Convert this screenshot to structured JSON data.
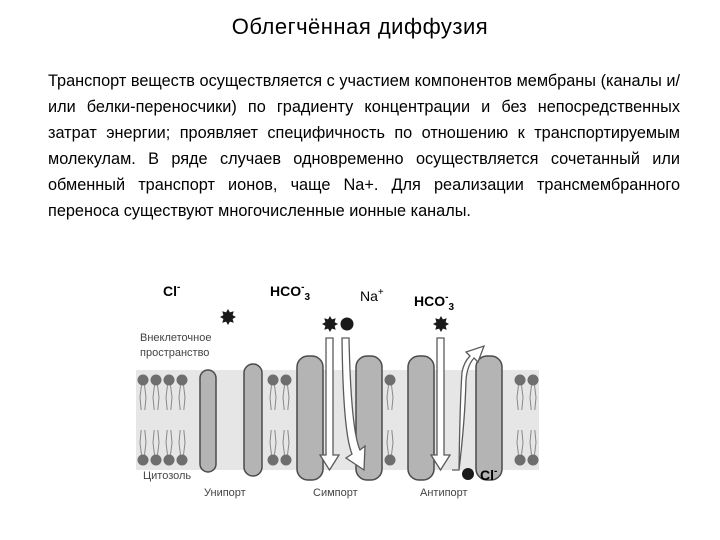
{
  "slide": {
    "title": "Облегчённая диффузия",
    "text": "Транспорт веществ осуществляется с участием компонентов мембраны (каналы и/или белки-переносчики) по градиенту концентрации и без непосредственных затрат энергии; проявляет специфичность по отношению к транспортируемым молекулам. В ряде случаев одновременно осуществляется сочетанный или обменный транспорт ионов, чаще Na+. Для реализации трансмембранного переноса существуют многочисленные ионные каналы."
  },
  "diagram": {
    "ions": {
      "cl_top": {
        "base": "Cl",
        "sup": "-"
      },
      "hco3_symport": {
        "base": "HCO",
        "sup": "-",
        "sub": "3"
      },
      "na": {
        "base": "Na",
        "sup": "+"
      },
      "hco3_antiport": {
        "base": "HCO",
        "sup": "-",
        "sub": "3"
      },
      "cl_bottom": {
        "base": "Cl",
        "sup": "-"
      }
    },
    "extracellular_line1": "Внеклеточное",
    "extracellular_line2": "пространство",
    "cytosol": "Цитозоль",
    "uniport": "Унипорт",
    "symport": "Симпорт",
    "antiport": "Антипорт"
  },
  "colors": {
    "protein_fill": "#b4b4b4",
    "protein_stroke": "#4a4a4a",
    "lipid_head": "#6e6e6e",
    "ion_dark": "#1a1a1a",
    "arrow_fill": "#ffffff"
  }
}
